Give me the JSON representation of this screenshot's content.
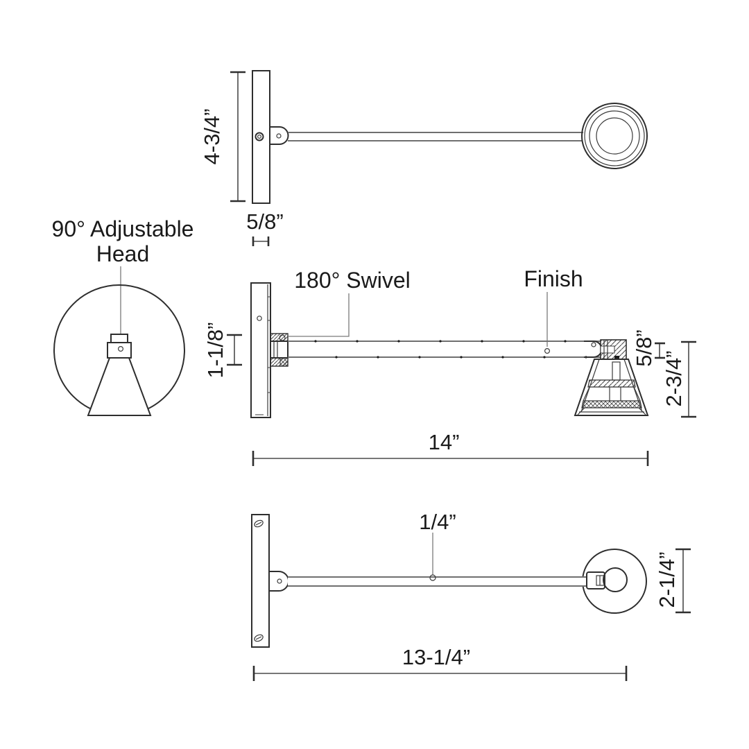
{
  "drawing": {
    "labels": {
      "adjustable_head_line1": "90° Adjustable",
      "adjustable_head_line2": "Head",
      "swivel": "180° Swivel",
      "finish": "Finish"
    },
    "dimensions": {
      "backplate_height": "4-3/4”",
      "backplate_width": "5/8”",
      "arm_height": "1-1/8”",
      "head_top_depth": "5/8”",
      "head_height": "2-3/4”",
      "overall_length": "14”",
      "arm_thickness": "1/4”",
      "head_width": "2-1/4”",
      "arm_projection": "13-1/4”"
    },
    "colors": {
      "background": "#ffffff",
      "geometry_line": "#2e2e2e",
      "dimension_line": "#4a4a4a",
      "text": "#1a1a1a"
    }
  }
}
